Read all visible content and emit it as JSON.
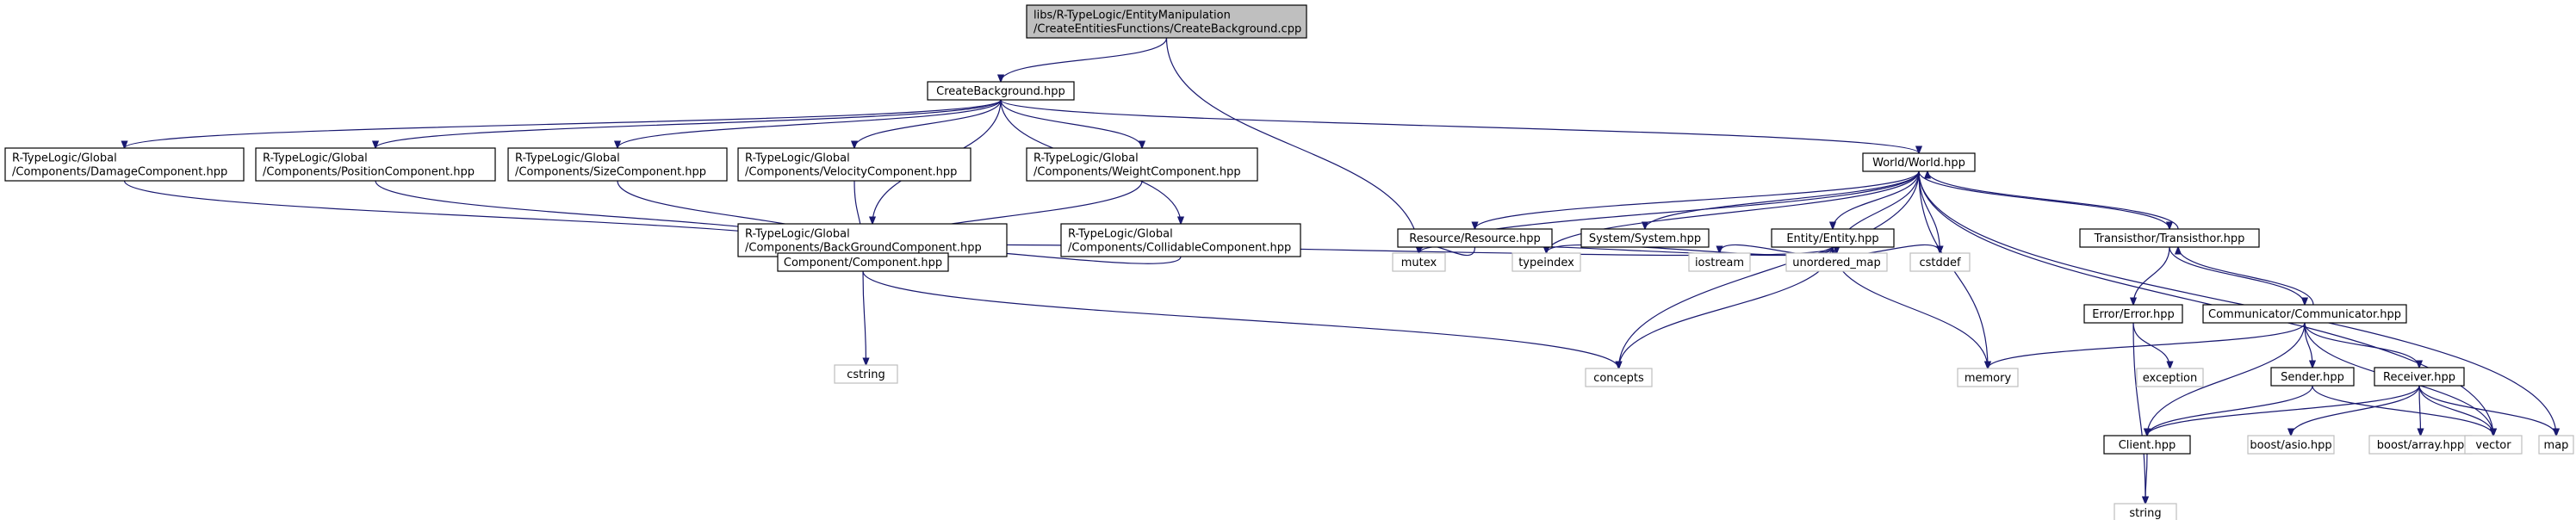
{
  "diagram": {
    "colors": {
      "edge": "#191970",
      "root_fill": "#bfbfbf",
      "external_border": "#bfbfbf",
      "node_border": "#000000"
    },
    "nodes": [
      {
        "id": "root",
        "lines": [
          "libs/R-TypeLogic/EntityManipulation",
          "/CreateEntitiesFunctions/CreateBackground.cpp"
        ],
        "kind": "root"
      },
      {
        "id": "createbg",
        "lines": [
          "CreateBackground.hpp"
        ],
        "kind": "local"
      },
      {
        "id": "damage",
        "lines": [
          "R-TypeLogic/Global",
          "/Components/DamageComponent.hpp"
        ],
        "kind": "local"
      },
      {
        "id": "position",
        "lines": [
          "R-TypeLogic/Global",
          "/Components/PositionComponent.hpp"
        ],
        "kind": "local"
      },
      {
        "id": "size",
        "lines": [
          "R-TypeLogic/Global",
          "/Components/SizeComponent.hpp"
        ],
        "kind": "local"
      },
      {
        "id": "velocity",
        "lines": [
          "R-TypeLogic/Global",
          "/Components/VelocityComponent.hpp"
        ],
        "kind": "local"
      },
      {
        "id": "weight",
        "lines": [
          "R-TypeLogic/Global",
          "/Components/WeightComponent.hpp"
        ],
        "kind": "local"
      },
      {
        "id": "background",
        "lines": [
          "R-TypeLogic/Global",
          "/Components/BackGroundComponent.hpp"
        ],
        "kind": "local"
      },
      {
        "id": "collidable",
        "lines": [
          "R-TypeLogic/Global",
          "/Components/CollidableComponent.hpp"
        ],
        "kind": "local"
      },
      {
        "id": "component",
        "lines": [
          "Component/Component.hpp"
        ],
        "kind": "local"
      },
      {
        "id": "cstring",
        "lines": [
          "cstring"
        ],
        "kind": "external"
      },
      {
        "id": "world",
        "lines": [
          "World/World.hpp"
        ],
        "kind": "local"
      },
      {
        "id": "resource",
        "lines": [
          "Resource/Resource.hpp"
        ],
        "kind": "local"
      },
      {
        "id": "system",
        "lines": [
          "System/System.hpp"
        ],
        "kind": "local"
      },
      {
        "id": "entity",
        "lines": [
          "Entity/Entity.hpp"
        ],
        "kind": "local"
      },
      {
        "id": "transisthor",
        "lines": [
          "Transisthor/Transisthor.hpp"
        ],
        "kind": "local"
      },
      {
        "id": "mutex",
        "lines": [
          "mutex"
        ],
        "kind": "external"
      },
      {
        "id": "typeindex",
        "lines": [
          "typeindex"
        ],
        "kind": "external"
      },
      {
        "id": "iostream",
        "lines": [
          "iostream"
        ],
        "kind": "external"
      },
      {
        "id": "unordered_map",
        "lines": [
          "unordered_map"
        ],
        "kind": "external"
      },
      {
        "id": "cstddef",
        "lines": [
          "cstddef"
        ],
        "kind": "external"
      },
      {
        "id": "concepts",
        "lines": [
          "concepts"
        ],
        "kind": "external"
      },
      {
        "id": "memory",
        "lines": [
          "memory"
        ],
        "kind": "external"
      },
      {
        "id": "error",
        "lines": [
          "Error/Error.hpp"
        ],
        "kind": "local"
      },
      {
        "id": "exception",
        "lines": [
          "exception"
        ],
        "kind": "external"
      },
      {
        "id": "communicator",
        "lines": [
          "Communicator/Communicator.hpp"
        ],
        "kind": "local"
      },
      {
        "id": "sender",
        "lines": [
          "Sender.hpp"
        ],
        "kind": "local"
      },
      {
        "id": "receiver",
        "lines": [
          "Receiver.hpp"
        ],
        "kind": "local"
      },
      {
        "id": "client",
        "lines": [
          "Client.hpp"
        ],
        "kind": "local"
      },
      {
        "id": "boost_asio",
        "lines": [
          "boost/asio.hpp"
        ],
        "kind": "external"
      },
      {
        "id": "boost_array",
        "lines": [
          "boost/array.hpp"
        ],
        "kind": "external"
      },
      {
        "id": "vector",
        "lines": [
          "vector"
        ],
        "kind": "external"
      },
      {
        "id": "map",
        "lines": [
          "map"
        ],
        "kind": "external"
      },
      {
        "id": "string",
        "lines": [
          "string"
        ],
        "kind": "external"
      }
    ],
    "edges": [
      [
        "root",
        "createbg"
      ],
      [
        "root",
        "mutex"
      ],
      [
        "createbg",
        "damage"
      ],
      [
        "createbg",
        "position"
      ],
      [
        "createbg",
        "size"
      ],
      [
        "createbg",
        "velocity"
      ],
      [
        "createbg",
        "weight"
      ],
      [
        "createbg",
        "background"
      ],
      [
        "createbg",
        "collidable"
      ],
      [
        "createbg",
        "world"
      ],
      [
        "damage",
        "component"
      ],
      [
        "position",
        "component"
      ],
      [
        "size",
        "component"
      ],
      [
        "velocity",
        "component"
      ],
      [
        "weight",
        "component"
      ],
      [
        "background",
        "component"
      ],
      [
        "collidable",
        "component"
      ],
      [
        "component",
        "cstring"
      ],
      [
        "component",
        "concepts"
      ],
      [
        "world",
        "mutex"
      ],
      [
        "world",
        "resource"
      ],
      [
        "world",
        "system"
      ],
      [
        "world",
        "entity"
      ],
      [
        "world",
        "typeindex"
      ],
      [
        "world",
        "unordered_map"
      ],
      [
        "world",
        "cstddef"
      ],
      [
        "world",
        "concepts"
      ],
      [
        "world",
        "memory"
      ],
      [
        "world",
        "transisthor"
      ],
      [
        "world",
        "vector"
      ],
      [
        "world",
        "map"
      ],
      [
        "resource",
        "mutex"
      ],
      [
        "entity",
        "component"
      ],
      [
        "entity",
        "mutex"
      ],
      [
        "entity",
        "typeindex"
      ],
      [
        "entity",
        "iostream"
      ],
      [
        "entity",
        "unordered_map"
      ],
      [
        "entity",
        "cstddef"
      ],
      [
        "entity",
        "concepts"
      ],
      [
        "entity",
        "memory"
      ],
      [
        "transisthor",
        "world"
      ],
      [
        "transisthor",
        "error"
      ],
      [
        "transisthor",
        "communicator"
      ],
      [
        "error",
        "exception"
      ],
      [
        "error",
        "string"
      ],
      [
        "communicator",
        "transisthor"
      ],
      [
        "communicator",
        "memory"
      ],
      [
        "communicator",
        "sender"
      ],
      [
        "communicator",
        "receiver"
      ],
      [
        "communicator",
        "client"
      ],
      [
        "communicator",
        "vector"
      ],
      [
        "sender",
        "client"
      ],
      [
        "sender",
        "vector"
      ],
      [
        "receiver",
        "client"
      ],
      [
        "receiver",
        "boost_asio"
      ],
      [
        "receiver",
        "boost_array"
      ],
      [
        "receiver",
        "vector"
      ],
      [
        "receiver",
        "map"
      ],
      [
        "client",
        "string"
      ]
    ]
  }
}
